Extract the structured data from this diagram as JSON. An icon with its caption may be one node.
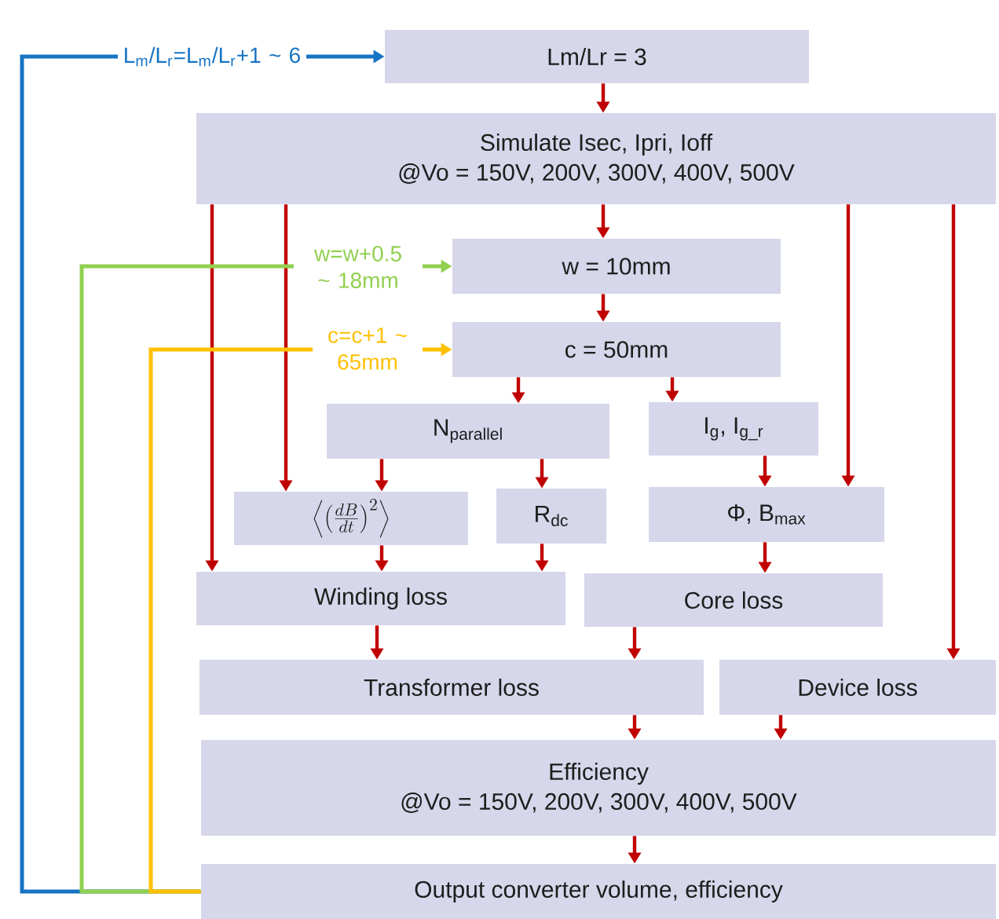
{
  "diagram": {
    "nodes": [
      {
        "text": [
          "Lm/Lr = 3"
        ]
      },
      {
        "text": [
          "Simulate Isec, Ipri, Ioff",
          "@Vo = 150V, 200V, 300V, 400V, 500V"
        ]
      },
      {
        "text": [
          "w = 10mm"
        ]
      },
      {
        "text": [
          "c = 50mm"
        ]
      },
      {
        "text": [
          "N$_{parallel}$"
        ]
      },
      {
        "text": [
          "I$_{g}$, I$_{g_r}$"
        ]
      },
      {
        "text": [
          "\\left\\langle\\left(\\frac{dB}{dt}\\right)^{2}\\right\\rangle"
        ]
      },
      {
        "text": [
          "R$_{dc}$"
        ]
      },
      {
        "text": [
          "Φ, B$_{max}$"
        ]
      },
      {
        "text": [
          "Winding loss"
        ]
      },
      {
        "text": [
          "Core loss"
        ]
      },
      {
        "text": [
          "Transformer loss"
        ]
      },
      {
        "text": [
          "Device loss"
        ]
      },
      {
        "text": [
          "Efficiency",
          "@Vo = 150V, 200V, 300V, 400V, 500V"
        ]
      },
      {
        "text": [
          "Output converter volume, efficiency"
        ]
      }
    ],
    "edges": [
      {
        "from": 0,
        "to": 1,
        "arrow": "to"
      },
      {
        "from": 1,
        "to": 2,
        "arrow": "to"
      },
      {
        "from": 2,
        "to": 3,
        "arrow": "to"
      },
      {
        "from": 3,
        "to": 4,
        "arrow": "to"
      },
      {
        "from": 3,
        "to": 5,
        "arrow": "to"
      },
      {
        "from": 1,
        "to": 9,
        "arrow": "to"
      },
      {
        "from": 1,
        "to": 6,
        "arrow": "to"
      },
      {
        "from": 1,
        "to": 8,
        "arrow": "to"
      },
      {
        "from": 1,
        "to": 12,
        "arrow": "to"
      },
      {
        "from": 4,
        "to": 6,
        "arrow": "to"
      },
      {
        "from": 4,
        "to": 7,
        "arrow": "to"
      },
      {
        "from": 5,
        "to": 8,
        "arrow": "to"
      },
      {
        "from": 6,
        "to": 9,
        "arrow": "to"
      },
      {
        "from": 7,
        "to": 9,
        "arrow": "to"
      },
      {
        "from": 8,
        "to": 10,
        "arrow": "to"
      },
      {
        "from": 9,
        "to": 11,
        "arrow": "to"
      },
      {
        "from": 10,
        "to": 11,
        "arrow": "to"
      },
      {
        "from": 11,
        "to": 13,
        "arrow": "to"
      },
      {
        "from": 12,
        "to": 13,
        "arrow": "to"
      },
      {
        "from": 13,
        "to": 14,
        "arrow": "to"
      },
      {
        "from": 14,
        "to": 0,
        "arrow": "to",
        "label": "L$_{m}$/L$_{r}$=L$_{m}$/L$_{r}$+1 ~ 6",
        "color": "#1874c4"
      },
      {
        "from": 14,
        "to": 2,
        "arrow": "to",
        "label": "w=w+0.5 ~ 18mm",
        "color": "#92d050"
      },
      {
        "from": 14,
        "to": 3,
        "arrow": "to",
        "label": "c=c+1 ~ 65mm",
        "color": "#ffc000"
      }
    ]
  }
}
